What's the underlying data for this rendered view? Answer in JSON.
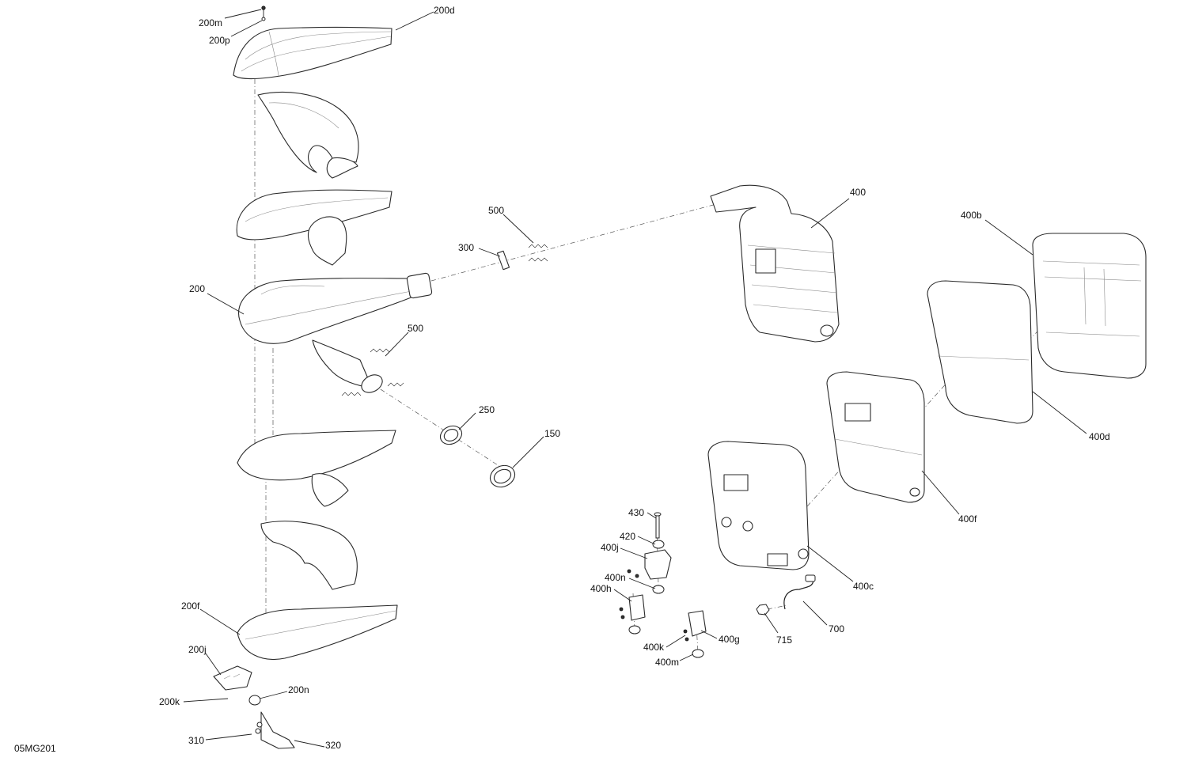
{
  "drawing_id": "05MG201",
  "callouts": {
    "c200m": "200m",
    "c200p": "200p",
    "c200d": "200d",
    "c200": "200",
    "c500a": "500",
    "c300": "300",
    "c500b": "500",
    "c250": "250",
    "c150": "150",
    "c200f": "200f",
    "c200j": "200j",
    "c200k": "200k",
    "c200n": "200n",
    "c310": "310",
    "c320": "320",
    "c400": "400",
    "c400b": "400b",
    "c400d": "400d",
    "c400f": "400f",
    "c400c": "400c",
    "c430": "430",
    "c420": "420",
    "c400j": "400j",
    "c400n": "400n",
    "c400h": "400h",
    "c400g": "400g",
    "c400k": "400k",
    "c400m": "400m",
    "c700": "700",
    "c715": "715"
  }
}
